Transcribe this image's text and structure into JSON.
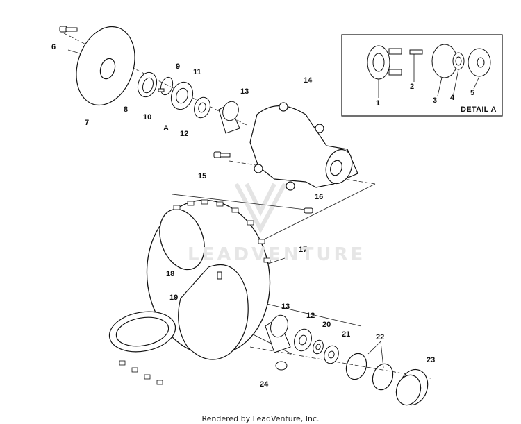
{
  "diagram": {
    "callouts": [
      {
        "id": "c6",
        "text": "6"
      },
      {
        "id": "c7",
        "text": "7"
      },
      {
        "id": "c8",
        "text": "8"
      },
      {
        "id": "c9",
        "text": "9"
      },
      {
        "id": "c10",
        "text": "10"
      },
      {
        "id": "c11",
        "text": "11"
      },
      {
        "id": "cA",
        "text": "A"
      },
      {
        "id": "c12a",
        "text": "12"
      },
      {
        "id": "c13a",
        "text": "13"
      },
      {
        "id": "c14",
        "text": "14"
      },
      {
        "id": "c15",
        "text": "15"
      },
      {
        "id": "c16",
        "text": "16"
      },
      {
        "id": "c17",
        "text": "17"
      },
      {
        "id": "c18",
        "text": "18"
      },
      {
        "id": "c19",
        "text": "19"
      },
      {
        "id": "c13b",
        "text": "13"
      },
      {
        "id": "c12b",
        "text": "12"
      },
      {
        "id": "c20",
        "text": "20"
      },
      {
        "id": "c21",
        "text": "21"
      },
      {
        "id": "c22",
        "text": "22"
      },
      {
        "id": "c23",
        "text": "23"
      },
      {
        "id": "c24",
        "text": "24"
      },
      {
        "id": "d1",
        "text": "1"
      },
      {
        "id": "d2",
        "text": "2"
      },
      {
        "id": "d3",
        "text": "3"
      },
      {
        "id": "d4",
        "text": "4"
      },
      {
        "id": "d5",
        "text": "5"
      }
    ],
    "detail_title": "DETAIL A",
    "watermark": "LEADVENTURE"
  },
  "footer": {
    "text": "Rendered by LeadVenture, Inc."
  }
}
